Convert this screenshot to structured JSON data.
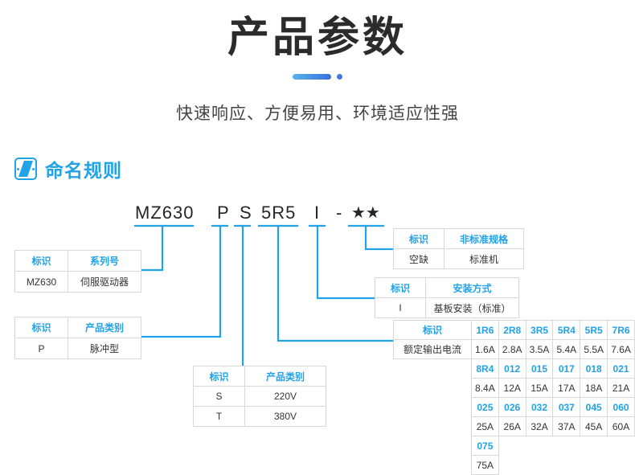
{
  "header": {
    "title": "产品参数",
    "subtitle": "快速响应、方便易用、环境适应性强",
    "accent_color": "#22a2e8",
    "divider_gradient_from": "#55b4ec",
    "divider_gradient_to": "#3a6fdc"
  },
  "section": {
    "icon": "naming-rule-icon",
    "title": "命名规则"
  },
  "model_code": {
    "segments": [
      {
        "text": "MZ630",
        "x": 168
      },
      {
        "text": "P",
        "x": 270
      },
      {
        "text": "S",
        "x": 298
      },
      {
        "text": "5R5",
        "x": 325
      },
      {
        "text": "I",
        "x": 391
      },
      {
        "text": "-",
        "x": 418
      },
      {
        "text": "★★",
        "x": 437
      }
    ]
  },
  "tables": {
    "series": {
      "headers": [
        "标识",
        "系列号"
      ],
      "rows": [
        [
          "MZ630",
          "伺服驱动器"
        ]
      ]
    },
    "product_type": {
      "headers": [
        "标识",
        "产品类别"
      ],
      "rows": [
        [
          "P",
          "脉冲型"
        ]
      ]
    },
    "voltage": {
      "headers": [
        "标识",
        "产品类别"
      ],
      "rows": [
        [
          "S",
          "220V"
        ],
        [
          "T",
          "380V"
        ]
      ]
    },
    "nonstandard": {
      "headers": [
        "标识",
        "非标准规格"
      ],
      "rows": [
        [
          "空缺",
          "标准机"
        ]
      ]
    },
    "install": {
      "headers": [
        "标识",
        "安装方式"
      ],
      "rows": [
        [
          "I",
          "基板安装（标准）"
        ]
      ]
    },
    "current": {
      "label_header": "标识",
      "label_row": "额定输出电流",
      "groups": [
        {
          "codes": [
            "1R6",
            "2R8",
            "3R5",
            "5R4",
            "5R5",
            "7R6"
          ],
          "values": [
            "1.6A",
            "2.8A",
            "3.5A",
            "5.4A",
            "5.5A",
            "7.6A"
          ]
        },
        {
          "codes": [
            "8R4",
            "012",
            "015",
            "017",
            "018",
            "021"
          ],
          "values": [
            "8.4A",
            "12A",
            "15A",
            "17A",
            "18A",
            "21A"
          ]
        },
        {
          "codes": [
            "025",
            "026",
            "032",
            "037",
            "045",
            "060"
          ],
          "values": [
            "25A",
            "26A",
            "32A",
            "37A",
            "45A",
            "60A"
          ]
        },
        {
          "codes": [
            "075"
          ],
          "values": [
            "75A"
          ]
        }
      ]
    }
  }
}
